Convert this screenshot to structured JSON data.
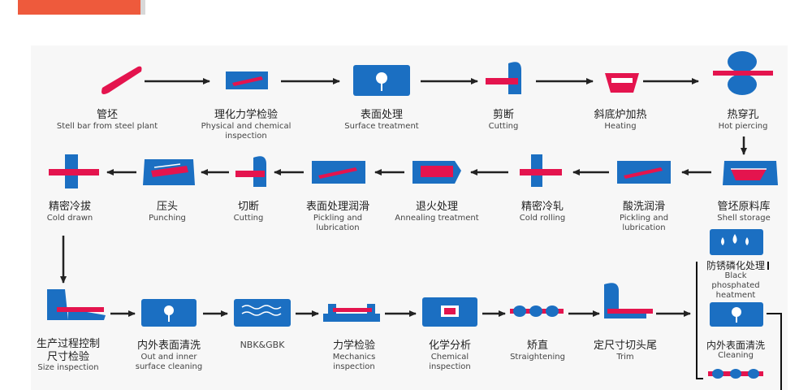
{
  "header": {
    "accent_color": "#ee5a3c"
  },
  "colors": {
    "icon_blue": "#1b6fc2",
    "steel_red": "#e4144e",
    "arrow": "#222222"
  },
  "steps": [
    {
      "zh": "管坯",
      "en": "Stell bar from steel plant",
      "en2": "",
      "icon": "steel-bar-icon"
    },
    {
      "zh": "理化力学检验",
      "en": "Physical and chemical",
      "en2": "inspection",
      "icon": "physical-inspection-icon"
    },
    {
      "zh": "表面处理",
      "en": "Surface treatment",
      "en2": "",
      "icon": "surface-treatment-icon"
    },
    {
      "zh": "剪断",
      "en": "Cutting",
      "en2": "",
      "icon": "cutting-icon"
    },
    {
      "zh": "斜底炉加热",
      "en": "Heating",
      "en2": "",
      "icon": "furnace-icon"
    },
    {
      "zh": "热穿孔",
      "en": "Hot piercing",
      "en2": "",
      "icon": "hot-piercing-icon"
    },
    {
      "zh": "管坯原料库",
      "en": "Shell storage",
      "en2": "",
      "icon": "shell-storage-icon"
    },
    {
      "zh": "酸洗润滑",
      "en": "Pickling and",
      "en2": "lubrication",
      "icon": "pickling-icon"
    },
    {
      "zh": "精密冷轧",
      "en": "Cold rolling",
      "en2": "",
      "icon": "cold-rolling-icon"
    },
    {
      "zh": "退火处理",
      "en": "Annealing treatment",
      "en2": "",
      "icon": "annealing-icon"
    },
    {
      "zh": "表面处理润滑",
      "en": "Pickling and",
      "en2": "lubrication",
      "icon": "pickling-lubrication-icon"
    },
    {
      "zh": "切断",
      "en": "Cutting",
      "en2": "",
      "icon": "cutting-icon-2"
    },
    {
      "zh": "压头",
      "en": "Punching",
      "en2": "",
      "icon": "punching-icon"
    },
    {
      "zh": "精密冷拔",
      "en": "Cold drawn",
      "en2": "",
      "icon": "cold-drawn-icon"
    },
    {
      "zh": "生产过程控制",
      "zh2": "尺寸检验",
      "en": "Size inspection",
      "en2": "",
      "icon": "size-inspection-icon"
    },
    {
      "zh": "内外表面清洗",
      "en": "Out and inner",
      "en2": "surface cleaning",
      "icon": "surface-cleaning-icon"
    },
    {
      "zh": "",
      "en": "NBK&GBK",
      "en2": "",
      "icon": "nbk-gbk-icon"
    },
    {
      "zh": "力学检验",
      "en": "Mechanics",
      "en2": "inspection",
      "icon": "mechanics-inspection-icon"
    },
    {
      "zh": "化学分析",
      "en": "Chemical",
      "en2": "inspection",
      "icon": "chemical-inspection-icon"
    },
    {
      "zh": "矫直",
      "en": "Straightening",
      "en2": "",
      "icon": "straightening-icon"
    },
    {
      "zh": "定尺寸切头尾",
      "en": "Trim",
      "en2": "",
      "icon": "trim-icon"
    }
  ],
  "side_steps": [
    {
      "zh": "防锈磷化处理",
      "en": "Black",
      "en2": "phosphated",
      "en3": "heatment",
      "icon": "phosphating-icon"
    },
    {
      "zh": "内外表面清洗",
      "en": "Cleaning",
      "icon": "cleaning-icon"
    }
  ]
}
